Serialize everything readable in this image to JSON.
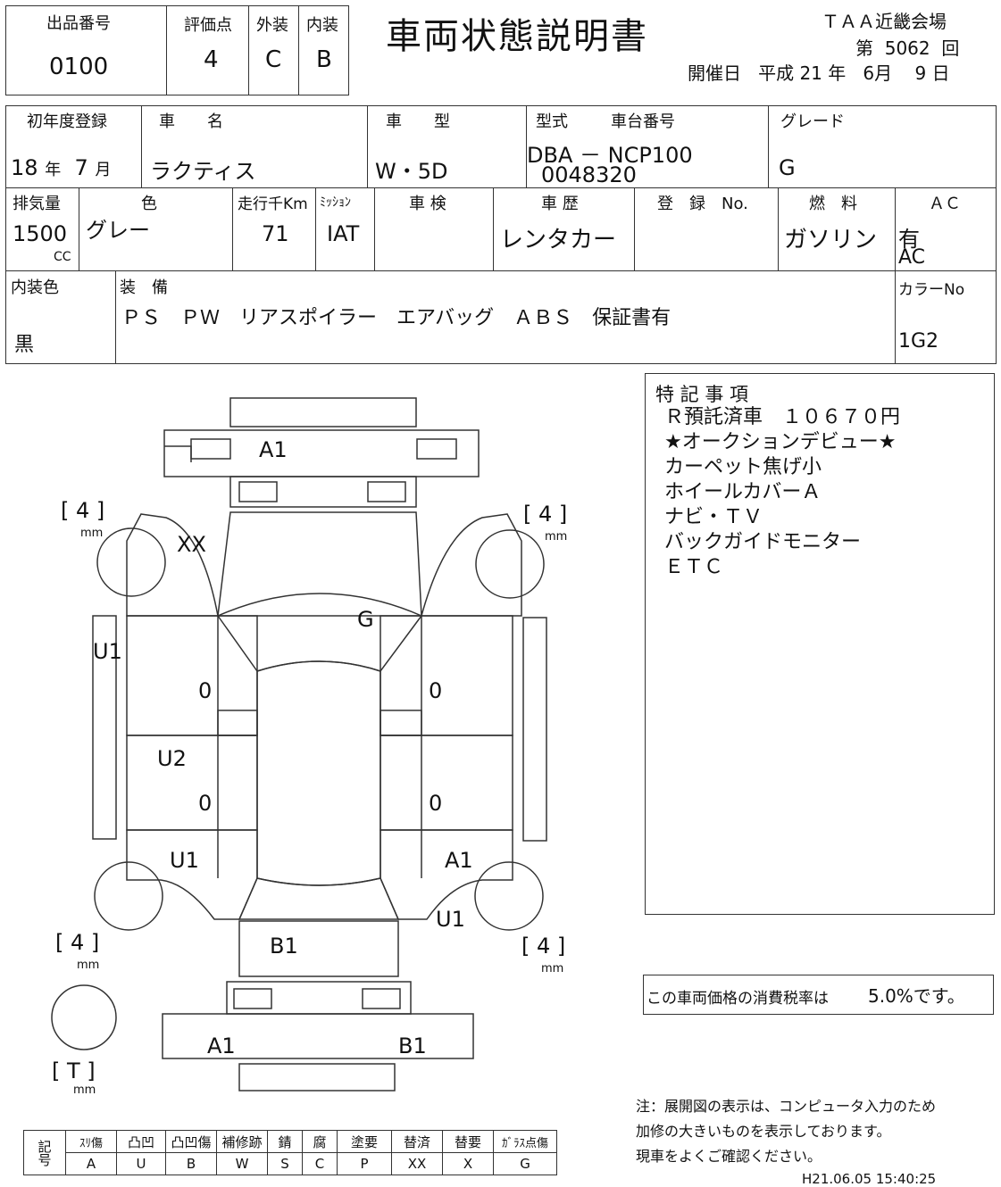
{
  "header": {
    "lot_label": "出品番号",
    "lot_value": "0100",
    "score_label": "評価点",
    "score_value": "4",
    "exterior_label": "外装",
    "exterior_value": "C",
    "interior_label": "内装",
    "interior_value": "B",
    "title": "車両状態説明書",
    "venue": "ＴＡＡ近畿会場",
    "session_prefix": "第",
    "session_number": "5062",
    "session_suffix": "回",
    "date_label": "開催日",
    "era": "平成",
    "year": "21",
    "year_unit": "年",
    "month": "6",
    "month_unit": "月",
    "day": "9",
    "day_unit": "日"
  },
  "row1": {
    "reg_label": "初年度登録",
    "reg_year": "18",
    "reg_year_unit": "年",
    "reg_month": "7",
    "reg_month_unit": "月",
    "name_label": "車　　名",
    "name_value": "ラクティス",
    "type_label": "車　　型",
    "type_value": "W・5D",
    "model_label": "型式",
    "chassis_label": "車台番号",
    "model_value": "DBA － NCP100",
    "chassis_value": "0048320",
    "grade_label": "グレード",
    "grade_value": "G"
  },
  "row2": {
    "displacement_label": "排気量",
    "displacement_value": "1500",
    "displacement_unit": "CC",
    "color_label": "色",
    "color_value": "グレー",
    "mileage_label": "走行千Km",
    "mileage_value": "71",
    "mission_label": "ﾐｯｼｮﾝ",
    "mission_value": "IAT",
    "inspection_label": "車 検",
    "inspection_value": "",
    "history_label": "車 歴",
    "history_value": "レンタカー",
    "regno_label": "登　録　No.",
    "regno_value": "",
    "fuel_label": "燃　料",
    "fuel_value": "ガソリン",
    "ac_label": "ＡＣ",
    "ac_value": "有",
    "ac_value2": "AC"
  },
  "row3": {
    "interior_color_label": "内装色",
    "interior_color_value": "黒",
    "equipment_label": "装　備",
    "equipment_value": "ＰＳ　ＰＷ　リアスポイラー　エアバッグ　ＡＢＳ　保証書有",
    "color_no_label": "カラーNo",
    "color_no_value": "1G2"
  },
  "notes": {
    "label": "特 記 事 項",
    "lines": [
      "Ｒ預託済車　１０６７０円",
      "★オークションデビュー★",
      "カーペット焦げ小",
      "ホイールカバーＡ",
      "ナビ・ＴＶ",
      "バックガイドモニター",
      "ＥＴＣ"
    ]
  },
  "tax": {
    "text": "この車両価格の消費税率は",
    "rate": "5.0%です。"
  },
  "footnote": {
    "lines": [
      "注：展開図の表示は、コンピュータ入力のため",
      "加修の大きいものを表示しております。",
      "現車をよくご確認ください。"
    ],
    "timestamp": "H21.06.05 15:40:25"
  },
  "tires": {
    "front_left": "4",
    "front_right": "4",
    "rear_left": "4",
    "rear_right": "4",
    "spare": "T",
    "unit": "mm"
  },
  "damage_marks": {
    "front_bumper": "A1",
    "left_front_fender": "XX",
    "hood": "G",
    "left_front_door_panel": "U1",
    "left_rear_door": "U2",
    "left_front_door": "0",
    "left_rear_door_inner": "0",
    "right_front_door": "0",
    "right_rear_door": "0",
    "left_quarter": "U1",
    "right_quarter": "A1",
    "right_rear": "U1",
    "tailgate": "B1",
    "rear_bumper_left": "A1",
    "rear_bumper_right": "B1"
  },
  "legend": {
    "header_label": "記号",
    "names": [
      "ｽﾘ傷",
      "凸凹",
      "凸凹傷",
      "補修跡",
      "錆",
      "腐",
      "塗要",
      "替済",
      "替要",
      "ｶﾞﾗｽ点傷"
    ],
    "codes": [
      "A",
      "U",
      "B",
      "W",
      "S",
      "C",
      "P",
      "XX",
      "X",
      "G"
    ]
  }
}
